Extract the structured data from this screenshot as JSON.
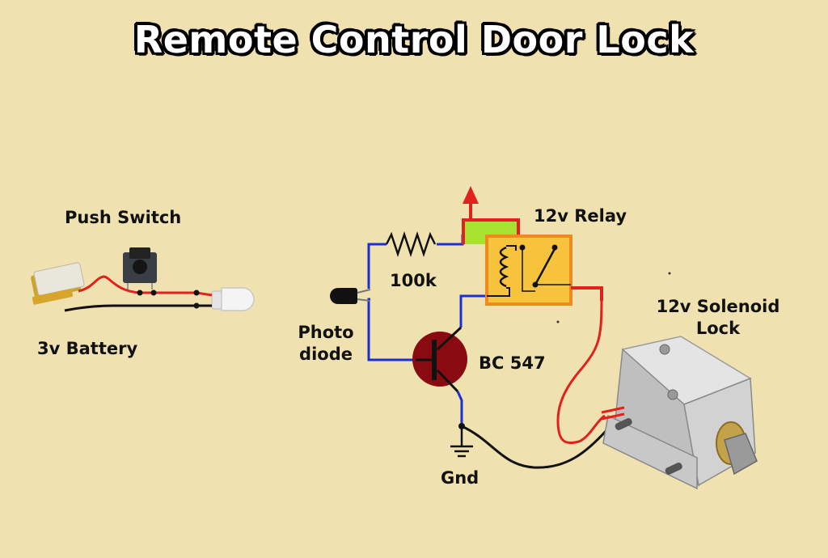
{
  "title": "Remote Control Door Lock",
  "labels": {
    "push_switch": "Push Switch",
    "battery": "3v Battery",
    "relay": "12v Relay",
    "resistor": "100k",
    "photodiode_line1": "Photo",
    "photodiode_line2": "diode",
    "transistor": "BC 547",
    "solenoid_line1": "12v Solenoid",
    "solenoid_line2": "Lock",
    "ground": "Gnd"
  },
  "colors": {
    "background": "#f0e2b0",
    "wire_blue": "#1a2fd6",
    "wire_red": "#e3201b",
    "wire_black": "#111111",
    "relay_body": "#f7c23c",
    "relay_border": "#f08a1c",
    "transistor": "#8a0a12",
    "vcc_pad": "#a6e22e"
  }
}
